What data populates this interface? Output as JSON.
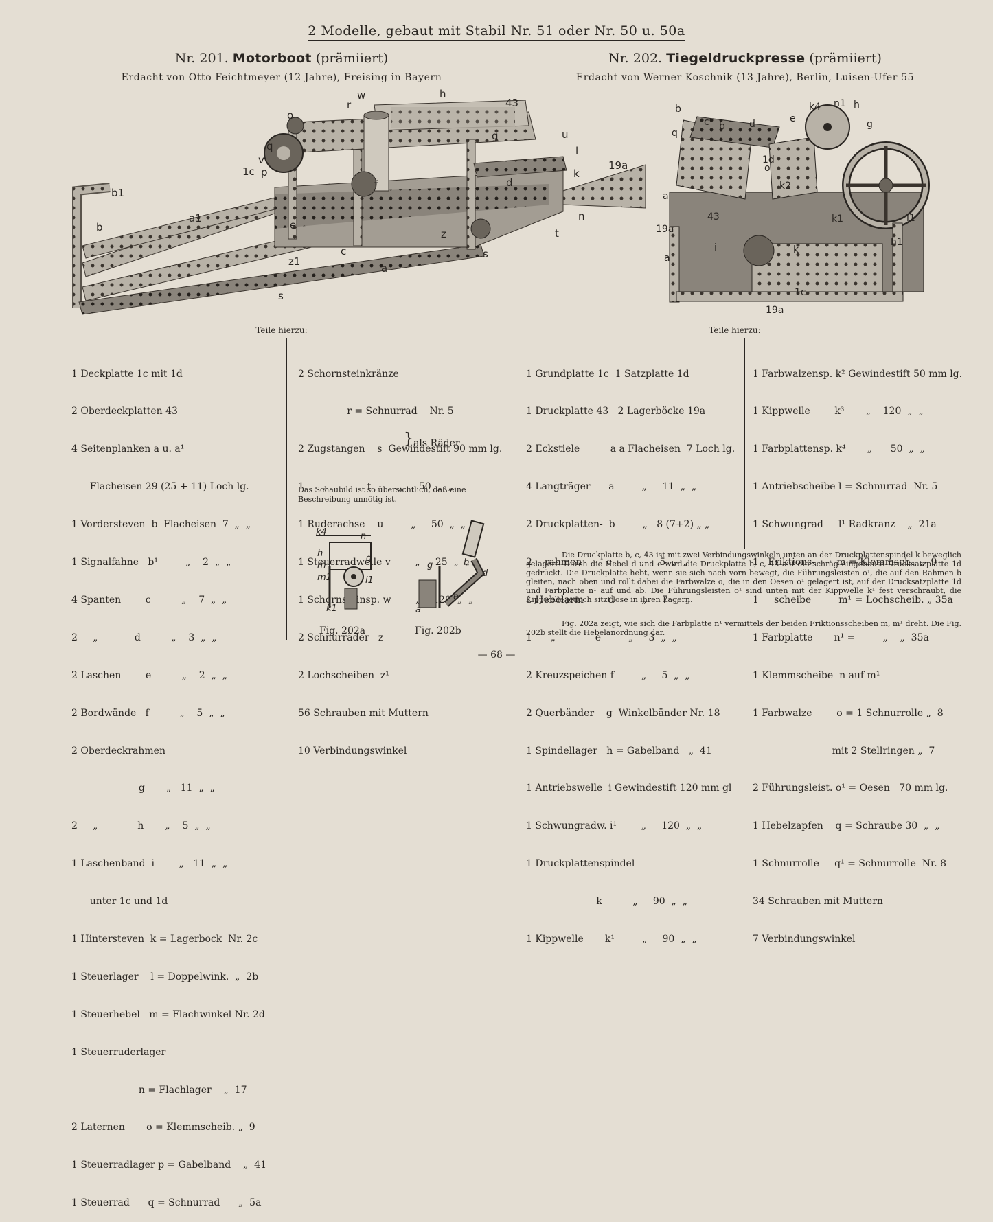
{
  "page_title": "2 Modelle, gebaut mit Stabil Nr. 51 oder Nr. 50 u. 50a",
  "left_model": {
    "number": "Nr. 201.",
    "name": "Motorboot",
    "award": "(prämiiert)",
    "inventor": "Erdacht von Otto Feichtmeyer (12 Jahre), Freising in Bayern",
    "figure_labels": [
      "b1",
      "b",
      "a1",
      "z1",
      "s",
      "c",
      "a",
      "e",
      "f",
      "1c",
      "p",
      "v",
      "q",
      "o",
      "r",
      "w",
      "h",
      "43",
      "g",
      "u",
      "l",
      "k",
      "19a",
      "n",
      "t",
      "d",
      "z",
      "s"
    ],
    "parts_heading": "Teile hierzu:",
    "parts_col1": [
      "1 Deckplatte 1c mit 1d",
      "2 Oberdeckplatten 43",
      "4 Seitenplanken a u. a¹",
      "      Flacheisen 29 (25 + 11) Loch lg.",
      "1 Vordersteven  b  Flacheisen  7  „  „",
      "1 Signalfahne   b¹         „    2  „  „",
      "4 Spanten        c          „    7  „  „",
      "2     „            d          „    3  „  „",
      "2 Laschen        e          „    2  „  „",
      "2 Bordwände   f          „    5  „  „",
      "2 Oberdeckrahmen",
      "                      g       „   11  „  „",
      "2     „             h       „    5  „  „",
      "1 Laschenband  i        „   11  „  „",
      "      unter 1c und 1d",
      "1 Hintersteven  k = Lagerbock  Nr. 2c",
      "1 Steuerlager    l = Doppelwink.  „  2b",
      "1 Steuerhebel   m = Flachwinkel Nr. 2d",
      "1 Steuerruderlager",
      "                      n = Flachlager    „  17",
      "2 Laternen       o = Klemmscheib. „  9",
      "1 Steuerradlager p = Gabelband    „  41",
      "1 Steuerrad      q = Schnurrad      „  5a"
    ],
    "parts_col2": [
      "2 Schornsteinkränze",
      "                r = Schnurrad    Nr. 5",
      "2 Zugstangen    s  Gewindestift 90 mm lg.",
      "1      „             t         „     50  „  „",
      "1 Ruderachse    u         „     50  „  „",
      "1 Steuerradwelle v        „     25  „  „",
      "1 Schornsteinsp. w        „    120  „  „",
      "2 Schnurräder   z",
      "2 Lochscheiben  z¹",
      "56 Schrauben mit Muttern",
      "10 Verbindungswinkel"
    ],
    "als_raeder": "als Räder",
    "note": "Das Schaubild ist so übersichtlich, daß eine Beschreibung unnötig ist."
  },
  "right_model": {
    "number": "Nr. 202.",
    "name": "Tiegeldruckpresse",
    "award": "(prämiiert)",
    "inventor": "Erdacht von Werner Koschnik (13 Jahre), Berlin, Luisen-Ufer 55",
    "figure_labels": [
      "b",
      "q",
      "c",
      "b",
      "d",
      "e",
      "k4",
      "n1",
      "h",
      "g",
      "1d",
      "o",
      "k2",
      "k1",
      "a",
      "43",
      "19a",
      "a",
      "i",
      "k",
      "1c",
      "19a",
      "i1",
      "h1"
    ],
    "parts_heading": "Teile hierzu:",
    "parts_col1": [
      "1 Grundplatte 1c  1 Satzplatte 1d",
      "1 Druckplatte 43   2 Lagerböcke 19a",
      "2 Eckstiele          a a Flacheisen  7 Loch lg.",
      "4 Langträger      a         „     11  „  „",
      "2 Druckplatten-  b         „   8 (7+2) „ „",
      "2    rahmen        c         „     5  „  „",
      "1 Hebelarm        d         „     7  „  „",
      "1      „             e         „     3  „  „",
      "2 Kreuzspeichen f         „     5  „  „",
      "2 Querbänder    g  Winkelbänder Nr. 18",
      "1 Spindellager   h = Gabelband   „  41",
      "1 Antriebswelle  i Gewindestift 120 mm gl",
      "1 Schwungradw. i¹        „     120  „  „",
      "1 Druckplattenspindel",
      "                       k          „     90  „  „",
      "1 Kippwelle       k¹         „     90  „  „"
    ],
    "parts_col2": [
      "1 Farbwalzensp. k² Gewindestift 50 mm lg.",
      "1 Kippwelle        k³       „    120  „  „",
      "1 Farbplattensp. k⁴       „      50  „  „",
      "1 Antriebscheibe l = Schnurrad  Nr. 5",
      "1 Schwungrad     l¹ Radkranz    „  21a",
      "1   Friktions-       m = Klemmsch.  „  9",
      "1     scheibe         m¹ = Lochscheib. „ 35a",
      "1 Farbplatte       n¹ =         „    „  35a",
      "1 Klemmscheibe  n auf m¹",
      "1 Farbwalze        o = 1 Schnurrolle „  8",
      "                          mit 2 Stellringen „  7",
      "2 Führungsleist. o¹ = Oesen   70 mm lg.",
      "1 Hebelzapfen    q = Schraube 30  „  „",
      "1 Schnurrolle     q¹ = Schnurrolle  Nr. 8",
      "34 Schrauben mit Muttern",
      "7 Verbindungswinkel"
    ],
    "description_1": "Die Druckplatte b, c, 43 ist mit zwei Verbindungswinkeln unten an der Druckplattenspindel k beweglich gelagert. Durch die Hebel d und e wird die Druckplatte b, c, 43 auf die schräg eingebaute Drucksatzplatte 1d gedrückt. Die Druckplatte hebt, wenn sie sich nach vorn bewegt, die Führungsleisten o¹, die auf den Rahmen b gleiten, nach oben und rollt dabei die Farbwalze o, die in den Oesen o¹ gelagert ist, auf der Drucksatzplatte 1d und Farbplatte n¹ auf und ab. Die Führungsleisten o¹ sind unten mit der Kippwelle k¹ fest verschraubt, die Kippwelle jedoch sitzt lose in ihren Lagern.",
    "description_2": "Fig. 202a zeigt, wie sich die Farbplatte n¹ vermittels der beiden Friktionsscheiben m, m¹ dreht. Die Fig. 202b stellt die Hebelanordnung dar."
  },
  "fig_a": {
    "caption": "Fig. 202a",
    "labels": [
      "k4",
      "n",
      "h",
      "g",
      "m",
      "m1",
      "i1",
      "k1"
    ]
  },
  "fig_b": {
    "caption": "Fig. 202b",
    "labels": [
      "g",
      "b",
      "d",
      "e",
      "a"
    ]
  },
  "page_number": "— 68 —"
}
